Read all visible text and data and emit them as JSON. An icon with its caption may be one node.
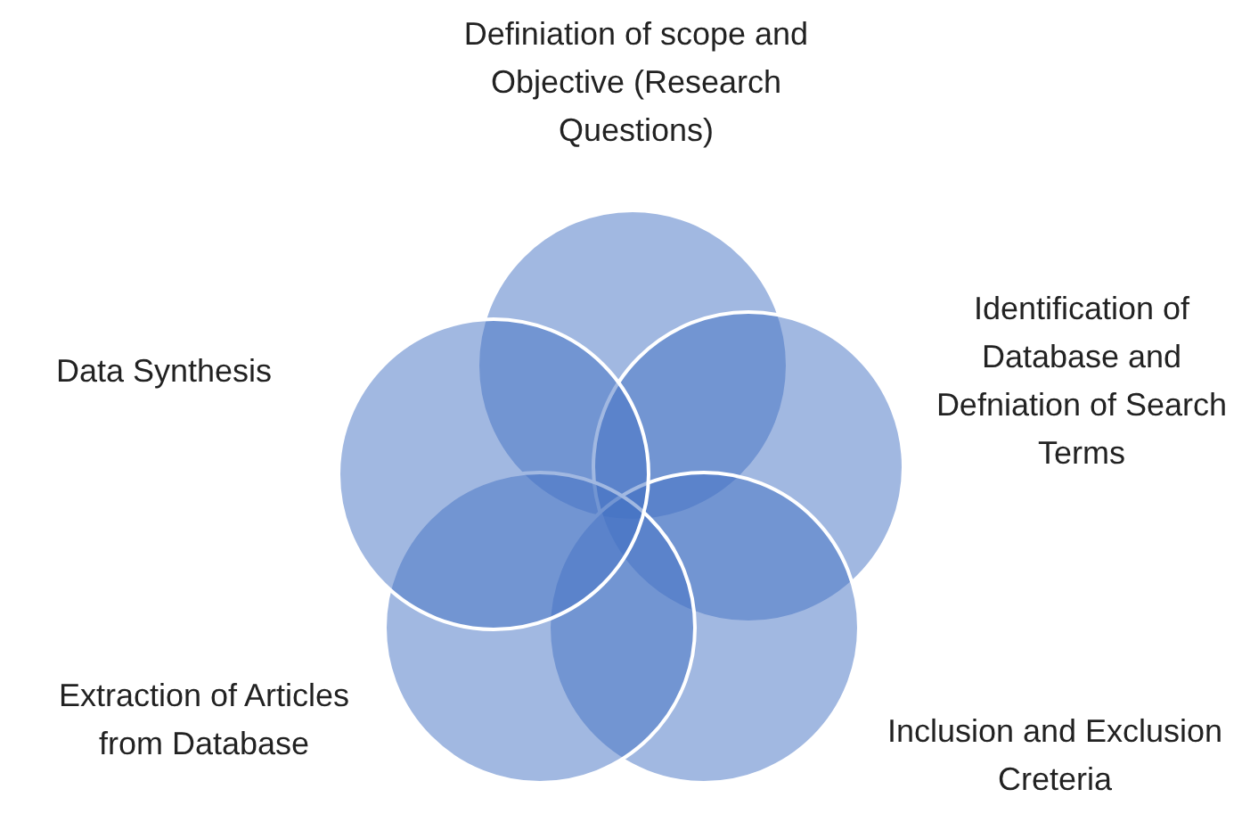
{
  "diagram": {
    "nodes": [
      {
        "text": [
          "Definiation of scope and Objective (Research Questions)"
        ]
      },
      {
        "text": [
          "Identification of Database and Defniation of Search Terms"
        ]
      },
      {
        "text": [
          "Inclusion and Exclusion Creteria"
        ]
      },
      {
        "text": [
          "Extraction of Articles from Database"
        ]
      },
      {
        "text": [
          "Data Synthesis"
        ]
      }
    ]
  }
}
